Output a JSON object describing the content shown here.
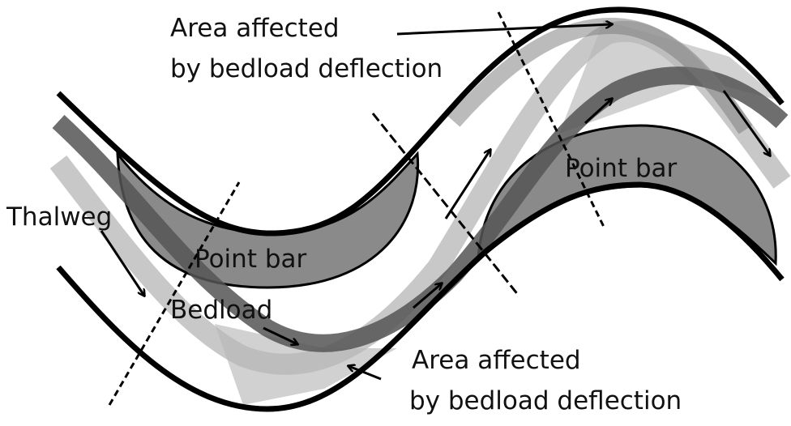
{
  "labels": {
    "area_top_line1": "Area affected",
    "area_top_line2": "by bedload deflection",
    "thalweg": "Thalweg",
    "point_bar_left": "Point bar",
    "bedload": "Bedload",
    "point_bar_right": "Point bar",
    "area_bottom_line1": "Area affected",
    "area_bottom_line2": "by bedload deflection"
  },
  "colors": {
    "bank": "#000000",
    "point_bar": "#8a8a8a",
    "thalweg": "#555555",
    "bedload_band": "#b5b5b5"
  }
}
